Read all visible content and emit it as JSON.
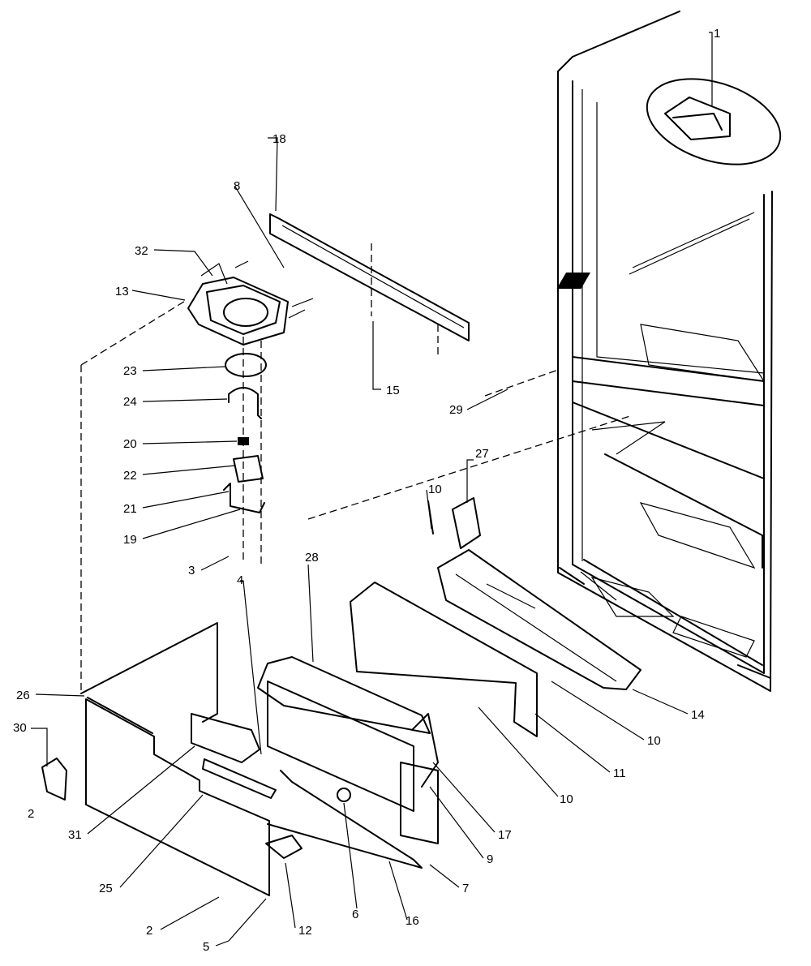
{
  "diagram": {
    "callouts": [
      {
        "id": "c1",
        "text": "1"
      },
      {
        "id": "c2a",
        "text": "2"
      },
      {
        "id": "c2b",
        "text": "2"
      },
      {
        "id": "c3",
        "text": "3"
      },
      {
        "id": "c4",
        "text": "4"
      },
      {
        "id": "c5",
        "text": "5"
      },
      {
        "id": "c6",
        "text": "6"
      },
      {
        "id": "c7",
        "text": "7"
      },
      {
        "id": "c8",
        "text": "8"
      },
      {
        "id": "c9",
        "text": "9"
      },
      {
        "id": "c10a",
        "text": "10"
      },
      {
        "id": "c10b",
        "text": "10"
      },
      {
        "id": "c10c",
        "text": "10"
      },
      {
        "id": "c11",
        "text": "11"
      },
      {
        "id": "c12",
        "text": "12"
      },
      {
        "id": "c13",
        "text": "13"
      },
      {
        "id": "c14",
        "text": "14"
      },
      {
        "id": "c15",
        "text": "15"
      },
      {
        "id": "c16",
        "text": "16"
      },
      {
        "id": "c17",
        "text": "17"
      },
      {
        "id": "c18",
        "text": "18"
      },
      {
        "id": "c19",
        "text": "19"
      },
      {
        "id": "c20",
        "text": "20"
      },
      {
        "id": "c21",
        "text": "21"
      },
      {
        "id": "c22",
        "text": "22"
      },
      {
        "id": "c23",
        "text": "23"
      },
      {
        "id": "c24",
        "text": "24"
      },
      {
        "id": "c25",
        "text": "25"
      },
      {
        "id": "c26",
        "text": "26"
      },
      {
        "id": "c27",
        "text": "27"
      },
      {
        "id": "c28",
        "text": "28"
      },
      {
        "id": "c29",
        "text": "29"
      },
      {
        "id": "c30",
        "text": "30"
      },
      {
        "id": "c31",
        "text": "31"
      },
      {
        "id": "c32",
        "text": "32"
      }
    ]
  }
}
